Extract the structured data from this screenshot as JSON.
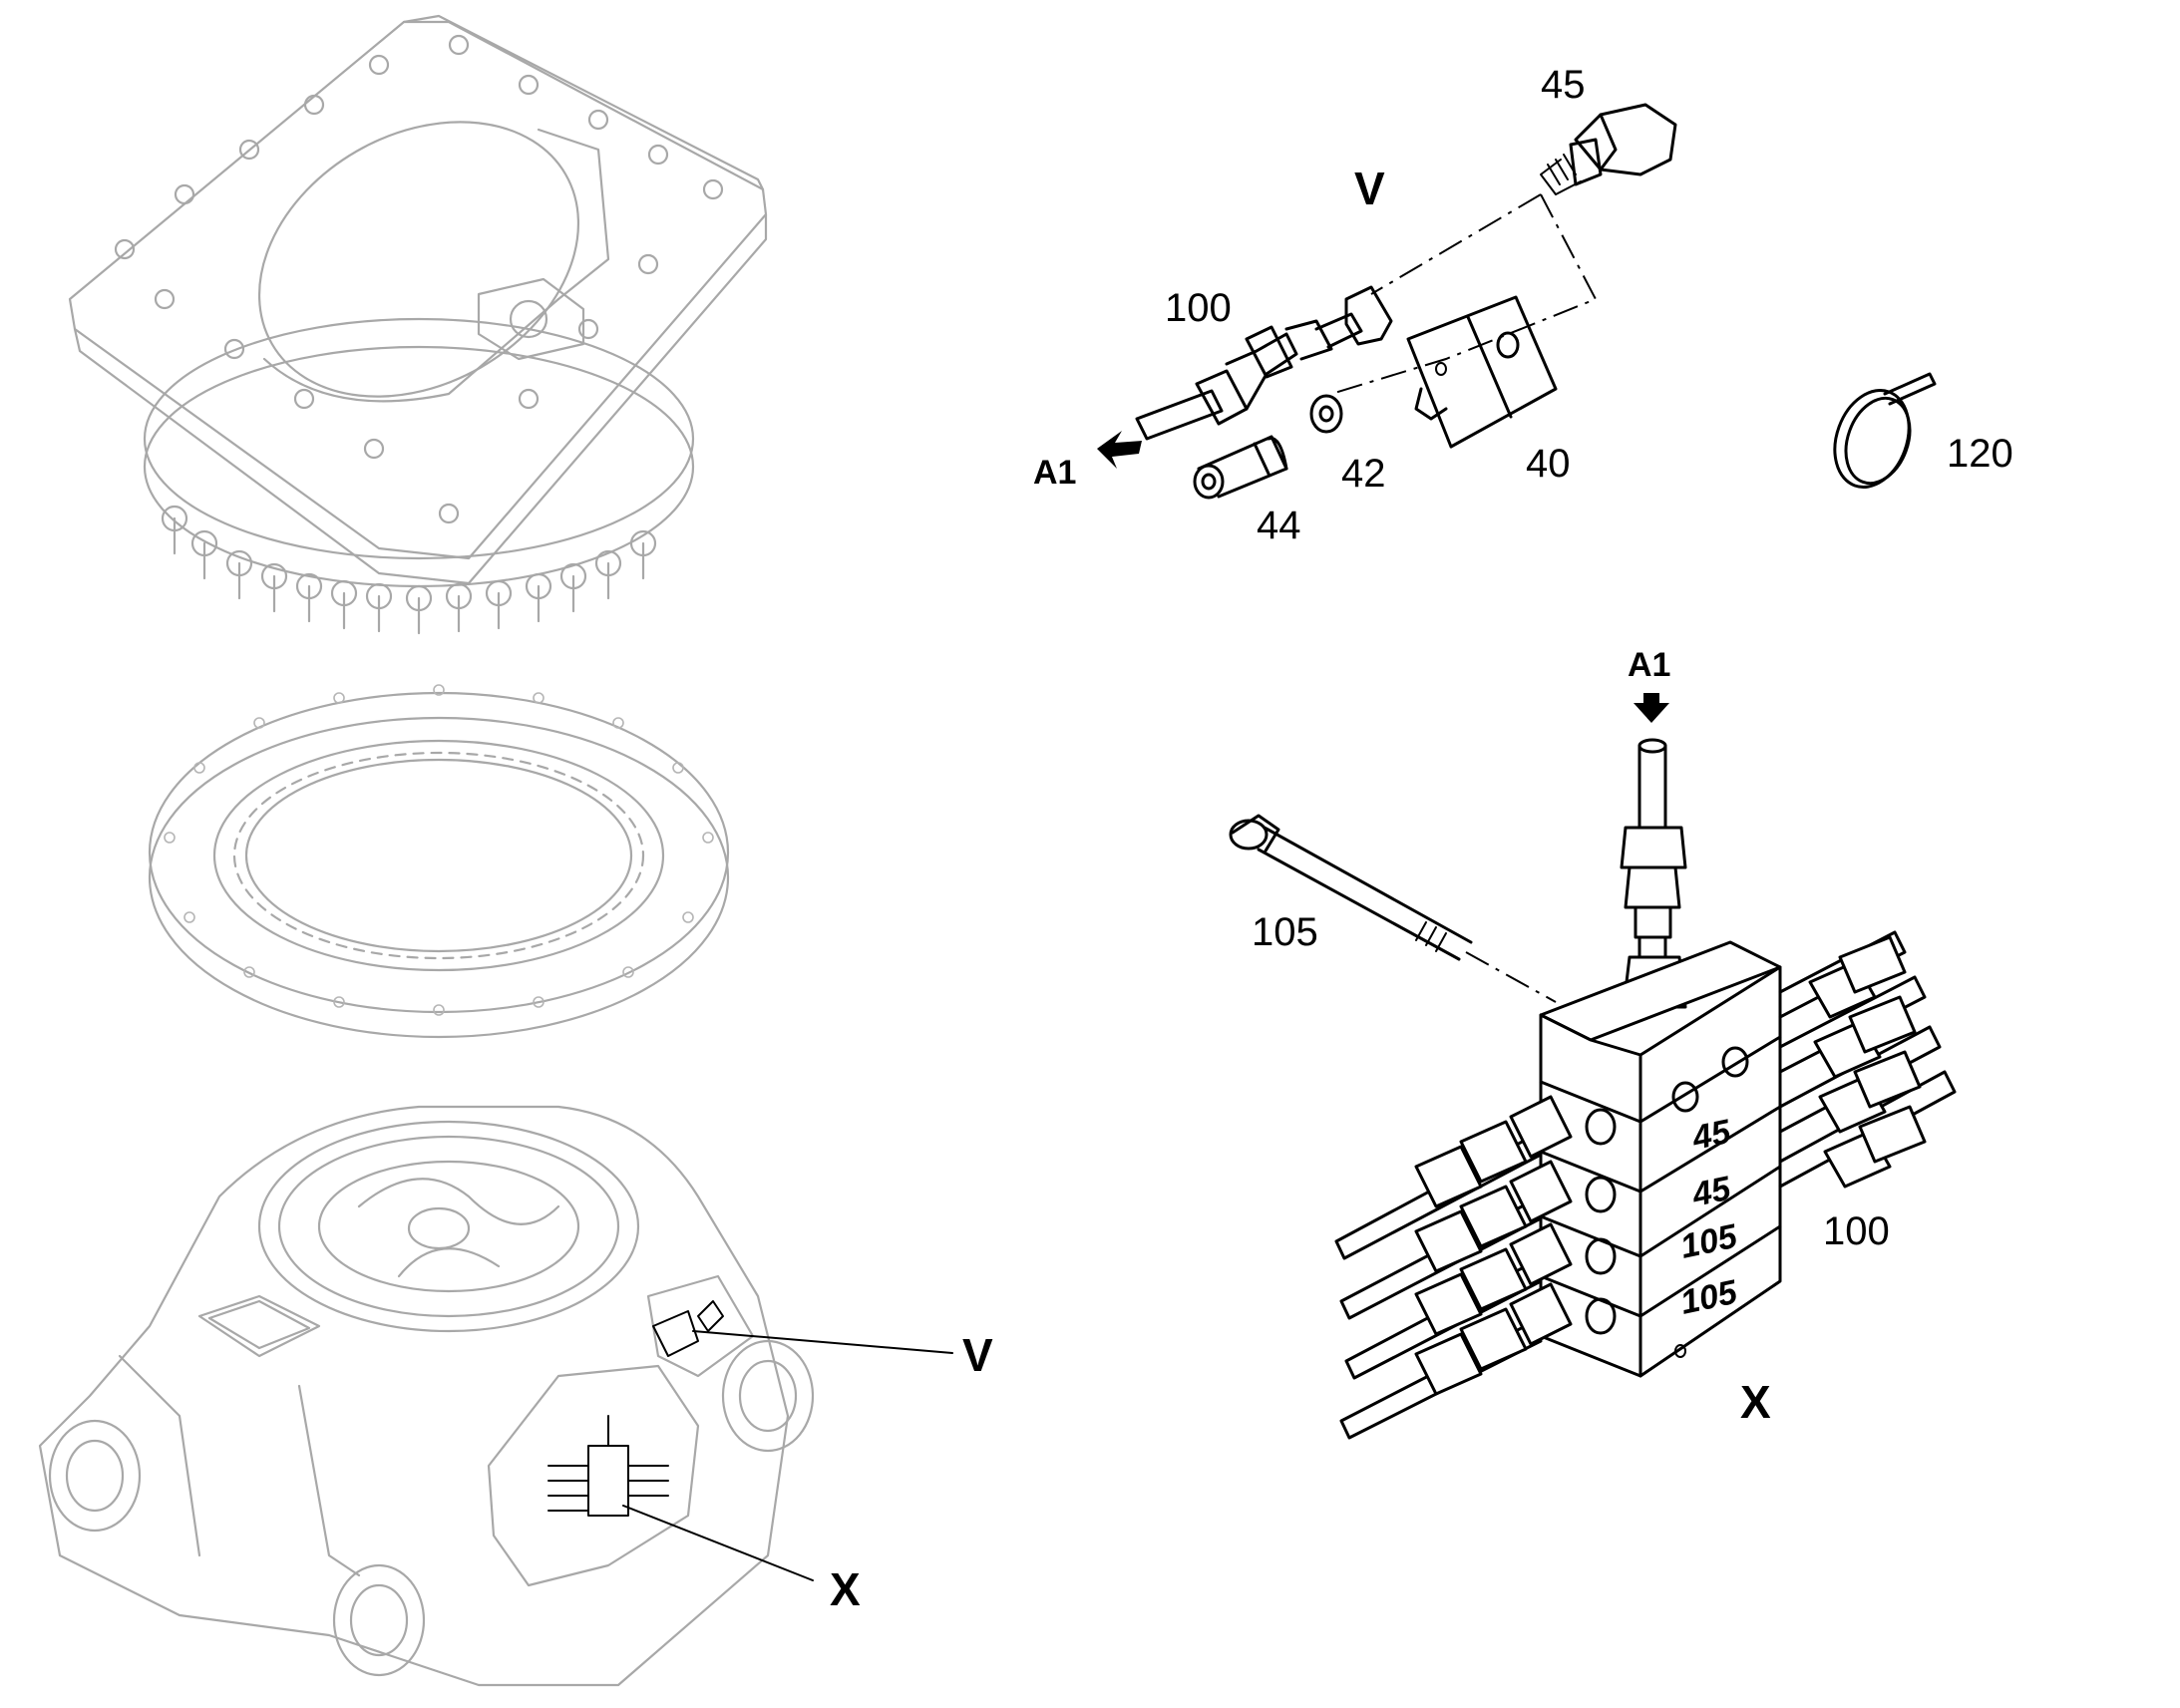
{
  "diagram": {
    "view_v": {
      "title": "V",
      "arrow_label": "A1",
      "callouts": [
        "45",
        "100",
        "40",
        "42",
        "44",
        "120"
      ]
    },
    "view_x": {
      "title": "X",
      "arrow_label": "A1",
      "callouts": [
        "105",
        "100"
      ],
      "block_labels": [
        "45",
        "45",
        "105",
        "105"
      ]
    },
    "overview": {
      "pointer_v": "V",
      "pointer_x": "X"
    }
  }
}
